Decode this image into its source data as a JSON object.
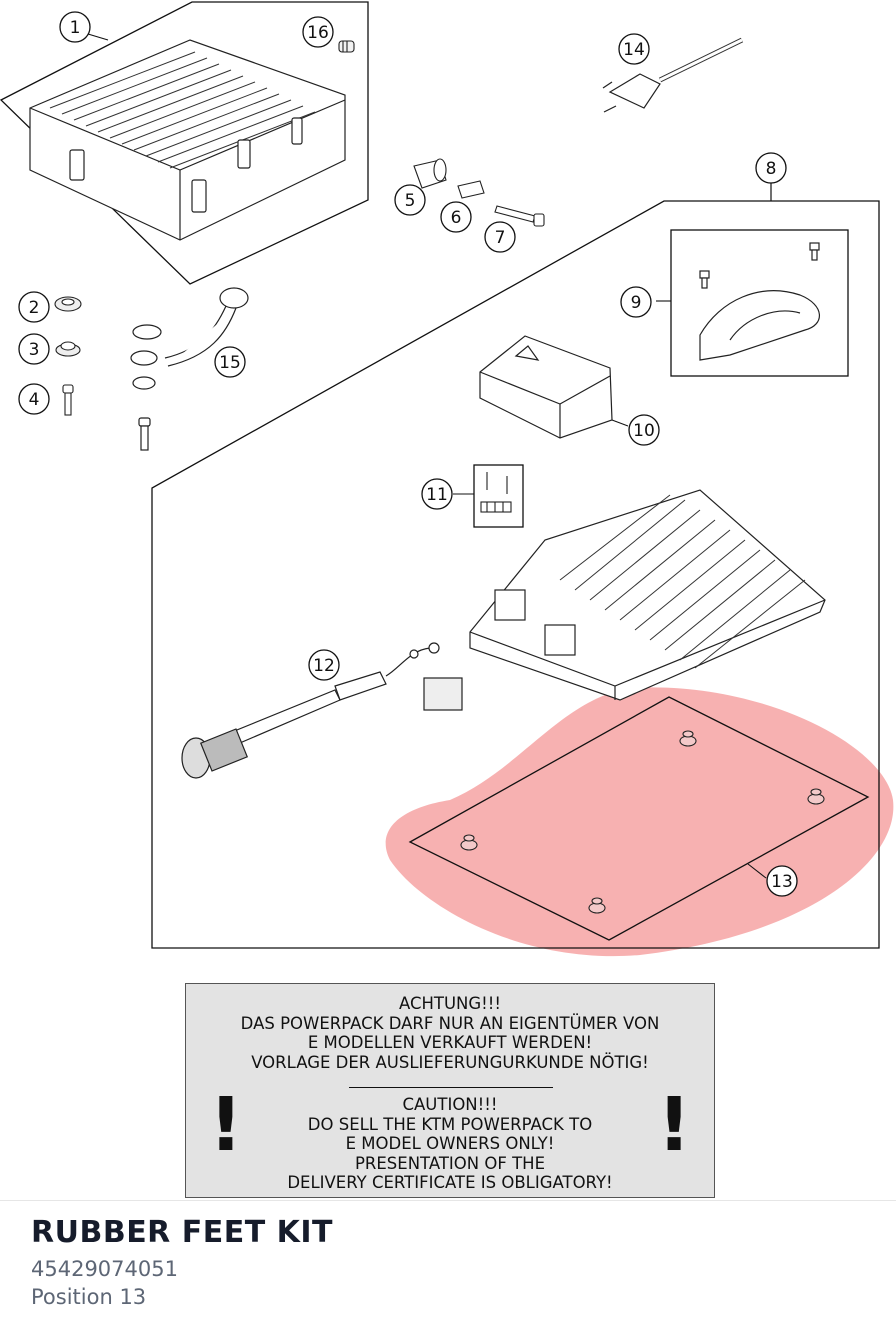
{
  "diagram": {
    "callouts": [
      "1",
      "2",
      "3",
      "4",
      "5",
      "6",
      "7",
      "8",
      "9",
      "10",
      "11",
      "12",
      "13",
      "14",
      "15",
      "16"
    ],
    "highlighted_position": "13",
    "highlight_color": "#f4a0a0"
  },
  "warning": {
    "german_lines": [
      "ACHTUNG!!!",
      "DAS POWERPACK DARF NUR AN EIGENTÜMER VON",
      "E MODELLEN VERKAUFT WERDEN!",
      "VORLAGE DER AUSLIEFERUNGURKUNDE NÖTIG!"
    ],
    "english_lines": [
      "CAUTION!!!",
      "DO SELL THE KTM POWERPACK TO",
      "E MODEL OWNERS ONLY!",
      "PRESENTATION OF THE",
      "DELIVERY CERTIFICATE IS OBLIGATORY!"
    ],
    "exclamation": "!"
  },
  "part": {
    "name": "RUBBER FEET KIT",
    "number": "45429074051",
    "position_label": "Position 13"
  }
}
